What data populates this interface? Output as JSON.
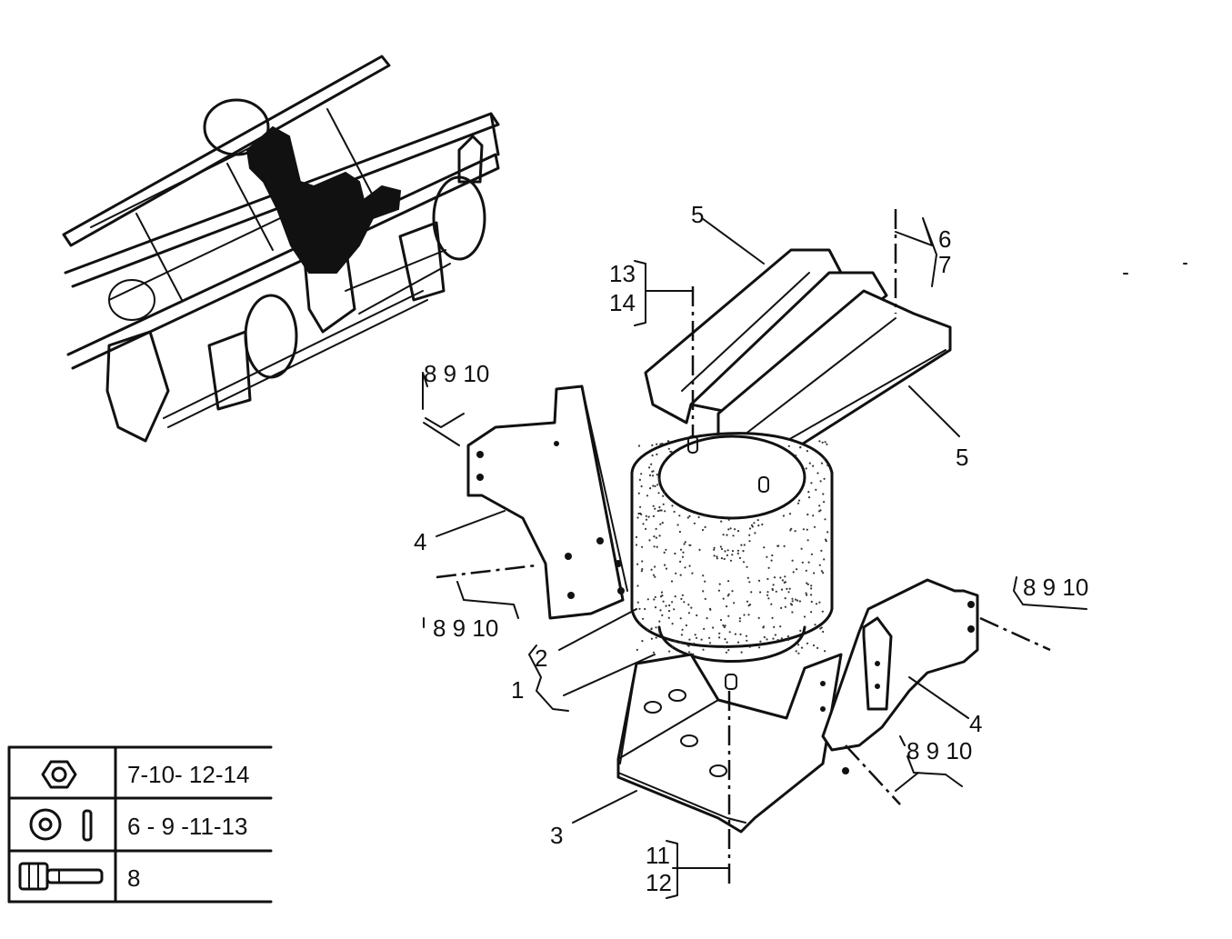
{
  "callouts": {
    "c1": "1",
    "c2": "2",
    "c3": "3",
    "c4a": "4",
    "c4b": "4",
    "c5a": "5",
    "c5b": "5",
    "c6": "6",
    "c7": "7",
    "c8_9_10_tl": "8 9 10",
    "c8_9_10_ml": "8 9 10",
    "c8_9_10_r": "8 9 10",
    "c8_9_10_br": "8 9 10",
    "c11": "11",
    "c12": "12",
    "c13": "13",
    "c14": "14"
  },
  "legend": {
    "rows": [
      {
        "icon": "nut-icon",
        "parts": "7-10- 12-14"
      },
      {
        "icon": "washer-icon",
        "parts": "6 - 9 -11-13"
      },
      {
        "icon": "bolt-icon",
        "parts": "8"
      }
    ]
  }
}
